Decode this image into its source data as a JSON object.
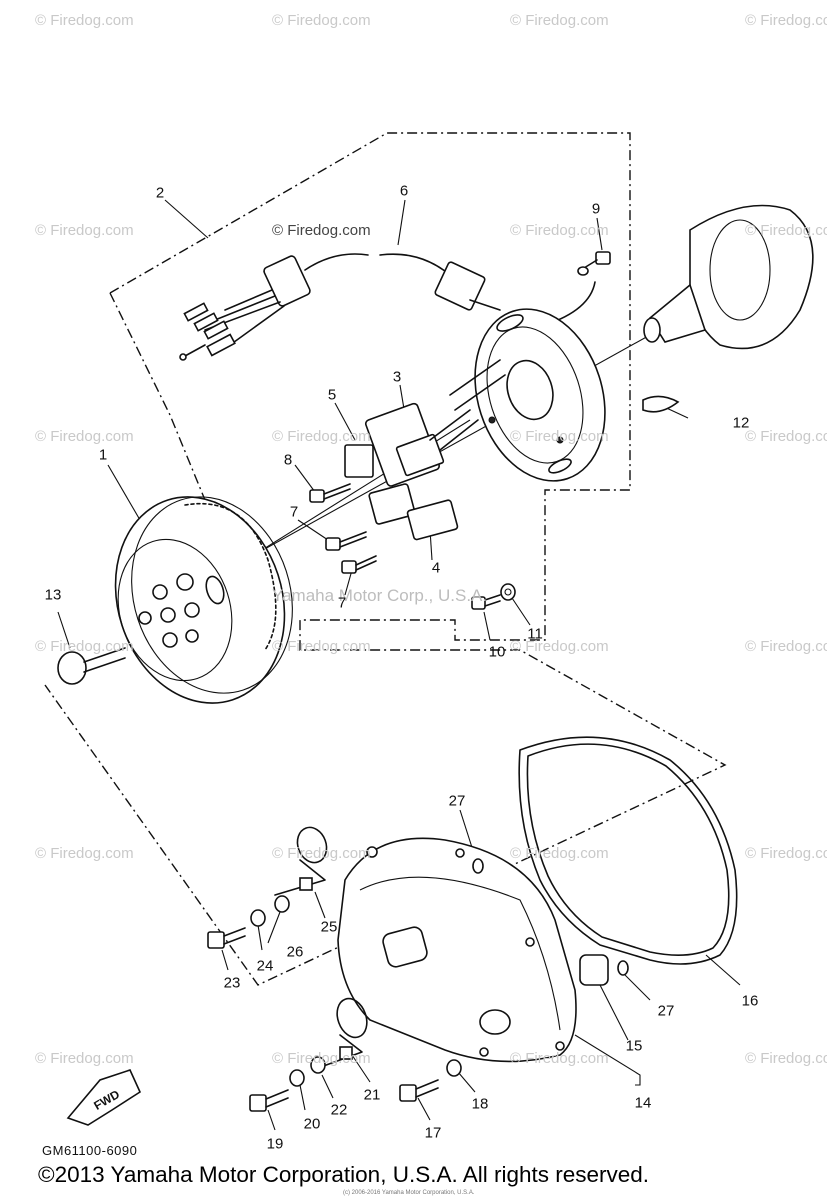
{
  "watermarks": {
    "text": "© Firedog.com",
    "stamp": "Yamaha Motor Corp., U.S.A."
  },
  "callouts": [
    "1",
    "2",
    "3",
    "4",
    "5",
    "6",
    "7",
    "7",
    "8",
    "9",
    "10",
    "11",
    "12",
    "13",
    "14",
    "15",
    "16",
    "17",
    "18",
    "19",
    "20",
    "21",
    "22",
    "23",
    "24",
    "25",
    "26",
    "27",
    "27"
  ],
  "fwd_label": "FWD",
  "diagram_code": "GM61100-6090",
  "copyright": "©2013 Yamaha Motor Corporation, U.S.A. All rights reserved.",
  "fine_print": "(c) 2006-2016 Yamaha Motor Corporation, U.S.A."
}
